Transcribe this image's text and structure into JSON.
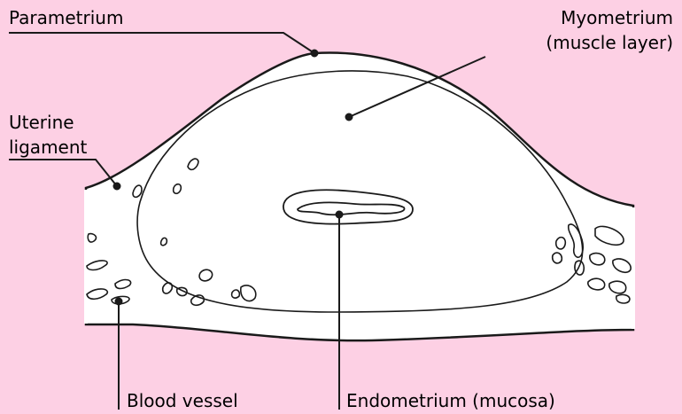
{
  "colors": {
    "background": "#fdd0e4",
    "tissue": "#ffffff",
    "outline": "#1a1a1a"
  },
  "labels": {
    "parametrium": "Parametrium",
    "myometrium_line1": "Myometrium",
    "myometrium_line2": "(muscle layer)",
    "uterine_ligament_line1": "Uterine",
    "uterine_ligament_line2": "ligament",
    "blood_vessel": "Blood vessel",
    "endometrium": "Endometrium (mucosa)"
  }
}
